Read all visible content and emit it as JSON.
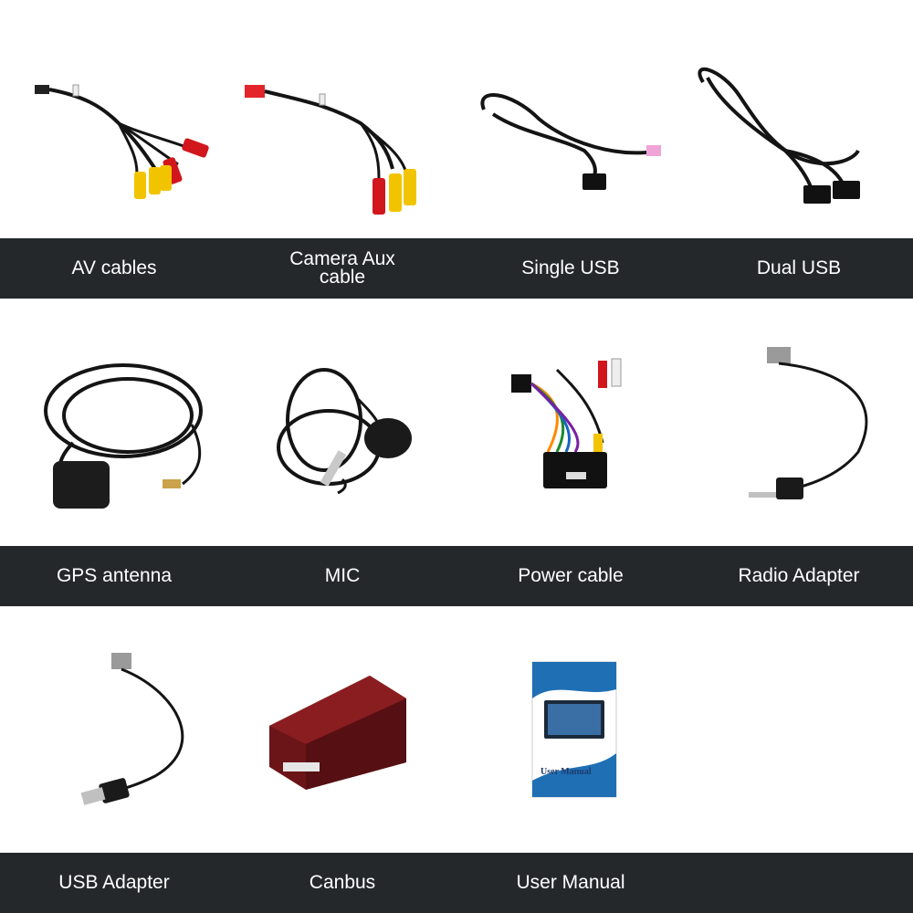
{
  "rows": [
    {
      "items": [
        {
          "label": "AV cables",
          "icon": "av-cables-icon"
        },
        {
          "label": "Camera Aux\ncable",
          "icon": "camera-aux-cable-icon"
        },
        {
          "label": "Single USB",
          "icon": "single-usb-icon"
        },
        {
          "label": "Dual USB",
          "icon": "dual-usb-icon"
        }
      ]
    },
    {
      "items": [
        {
          "label": "GPS antenna",
          "icon": "gps-antenna-icon"
        },
        {
          "label": "MIC",
          "icon": "mic-icon"
        },
        {
          "label": "Power cable",
          "icon": "power-cable-icon"
        },
        {
          "label": "Radio Adapter",
          "icon": "radio-adapter-icon"
        }
      ]
    },
    {
      "items": [
        {
          "label": "USB Adapter",
          "icon": "usb-adapter-icon"
        },
        {
          "label": "Canbus",
          "icon": "canbus-icon"
        },
        {
          "label": "User Manual",
          "icon": "user-manual-icon"
        },
        {
          "label": "",
          "icon": ""
        }
      ]
    }
  ],
  "manual_cover_title": "User Manual",
  "colors": {
    "band": "#24282b",
    "label_text": "#ffffff",
    "cable": "#141414",
    "rca_yellow": "#f2c400",
    "rca_red": "#d1161c",
    "canbus_box": "#6b1518"
  }
}
